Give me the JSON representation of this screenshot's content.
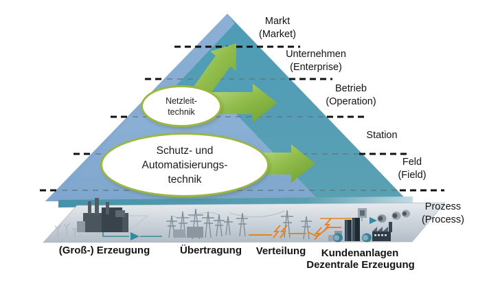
{
  "diagram": {
    "title_hint": "Automation pyramid of power systems",
    "levels": [
      {
        "label": "Markt",
        "sub": "(Market)"
      },
      {
        "label": "Unternehmen",
        "sub": "(Enterprise)"
      },
      {
        "label": "Betrieb",
        "sub": "(Operation)"
      },
      {
        "label": "Station",
        "sub": ""
      },
      {
        "label": "Feld",
        "sub": "(Field)"
      },
      {
        "label": "Prozess",
        "sub": "(Process)"
      }
    ],
    "ellipses": {
      "netzleittechnik": {
        "line1": "Netzleit-",
        "line2": "technik"
      },
      "schutz_automatisierung": {
        "line1": "Schutz- und",
        "line2": "Automatisierungs-",
        "line3": "technik"
      }
    },
    "bottom_labels": [
      {
        "label": "(Groß-) Erzeugung"
      },
      {
        "label": "Übertragung"
      },
      {
        "label": "Verteilung"
      },
      {
        "label": "Kundenanlagen"
      },
      {
        "label": "Dezentrale Erzeugung"
      }
    ],
    "colors": {
      "pyramid_light_blue": "#83a9d0",
      "pyramid_teal": "#57a0b5",
      "arrow_green_light": "#c0db89",
      "arrow_green_dark": "#6e9c31",
      "ellipse_border_green": "#9ab83f",
      "dash_black": "#111111",
      "dash_gray": "#5f6f7b",
      "cable_teal": "#2f8ba1",
      "cable_orange": "#e8821e",
      "platform_gray": "#c3cdd5"
    }
  }
}
